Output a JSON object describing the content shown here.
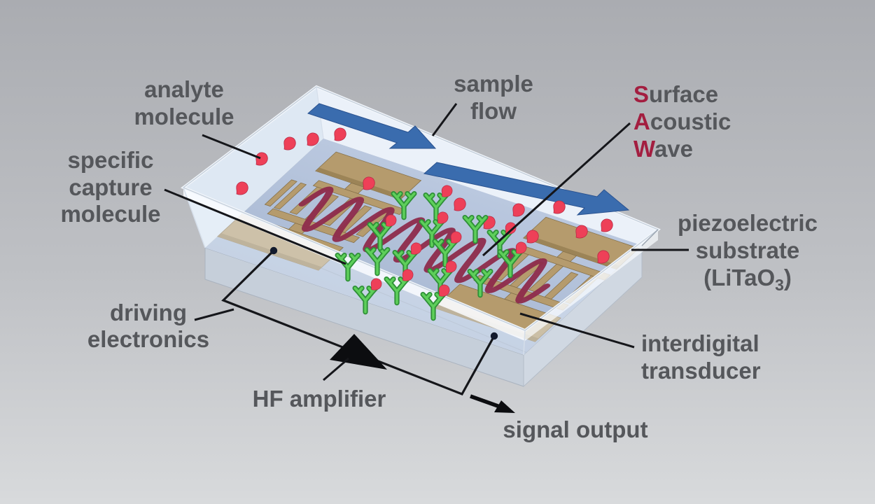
{
  "figure": {
    "labels": {
      "analyte": {
        "line1": "analyte",
        "line2": "molecule"
      },
      "sample_flow": {
        "line1": "sample",
        "line2": "flow"
      },
      "saw": {
        "l1_lead": "S",
        "l1_rest": "urface",
        "l2_lead": "A",
        "l2_rest": "coustic",
        "l3_lead": "W",
        "l3_rest": "ave"
      },
      "capture": {
        "line1": "specific",
        "line2": "capture",
        "line3": "molecule"
      },
      "piezo": {
        "line1": "piezoelectric",
        "line2": "substrate",
        "line3_pre": "(LiTaO",
        "line3_sub": "3",
        "line3_post": ")"
      },
      "driving": {
        "line1": "driving",
        "line2": "electronics"
      },
      "hf_amplifier": "HF amplifier",
      "signal_output": "signal output",
      "idt": {
        "line1": "interdigital",
        "line2": "transducer"
      }
    },
    "colors": {
      "label_gray": "#55575b",
      "saw_initials_red": "#a31e40",
      "flow_arrow_blue": "#3a6cae",
      "wave_maroon": "#8e2b4c",
      "antibody_green": "#54c251",
      "analyte_red": "#ee4058",
      "idt_gold": "#b59b6d",
      "chip_surface_blue": "#b3c2db",
      "lid_glass": "#eaf0f9",
      "background_top": "#aaacb1",
      "background_bottom": "#d6d8da"
    }
  }
}
